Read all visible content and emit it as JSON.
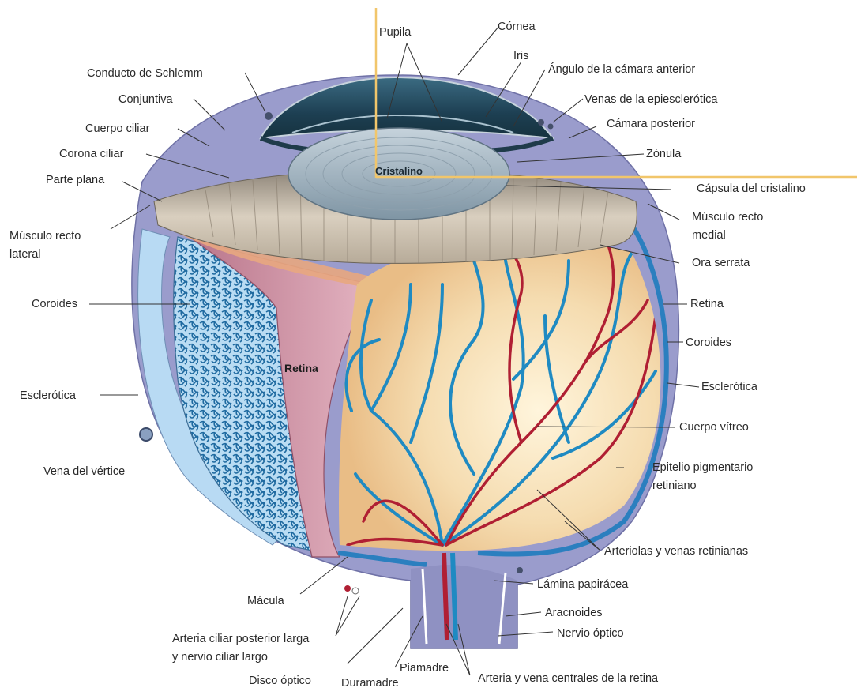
{
  "labels": {
    "pupila": "Pupila",
    "cornea": "Córnea",
    "iris": "Iris",
    "angulo": "Ángulo de la cámara anterior",
    "schlemm": "Conducto de Schlemm",
    "conjuntiva": "Conjuntiva",
    "venas_episclerotica": "Venas de la epiesclerótica",
    "cuerpo_ciliar": "Cuerpo ciliar",
    "camara_posterior": "Cámara posterior",
    "corona_ciliar": "Corona ciliar",
    "zonula": "Zónula",
    "parte_plana": "Parte plana",
    "cristalino": "Cristalino",
    "capsula": "Cápsula del cristalino",
    "recto_lateral_1": "Músculo recto",
    "recto_lateral_2": "lateral",
    "recto_medial_1": "Músculo recto",
    "recto_medial_2": "medial",
    "ora_serrata": "Ora serrata",
    "coroides_left": "Coroides",
    "retina_right": "Retina",
    "retina_center": "Retina",
    "coroides_right": "Coroides",
    "esclerotica_left": "Esclerótica",
    "esclerotica_right": "Esclerótica",
    "cuerpo_vitreo": "Cuerpo vítreo",
    "vena_vertice": "Vena del vértice",
    "epitelio_1": "Epitelio pigmentario",
    "epitelio_2": "retiniano",
    "arteriolas": "Arteriolas y venas retinianas",
    "lamina": "Lámina papirácea",
    "macula": "Mácula",
    "aracnoides": "Aracnoides",
    "arteria_ciliar_1": "Arteria ciliar posterior larga",
    "arteria_ciliar_2": "y nervio ciliar largo",
    "nervio_optico": "Nervio óptico",
    "piamadre": "Piamadre",
    "disco_optico": "Disco óptico",
    "duramadre": "Duramadre",
    "arteria_central": "Arteria y vena centrales de la retina"
  },
  "colors": {
    "sclera": "#9a9ccc",
    "choroid_light": "#aed3ee",
    "choroid_net": "#2c77a9",
    "retina_pink": "#cc8a9f",
    "fundus": "#f3d7a8",
    "ciliary": "#c9bba5",
    "cornea_dark": "#234b5e",
    "lens": "#a9b8c4",
    "vein": "#2a8dbb",
    "artery": "#b01f33",
    "crosshair": "#f1c66b"
  }
}
